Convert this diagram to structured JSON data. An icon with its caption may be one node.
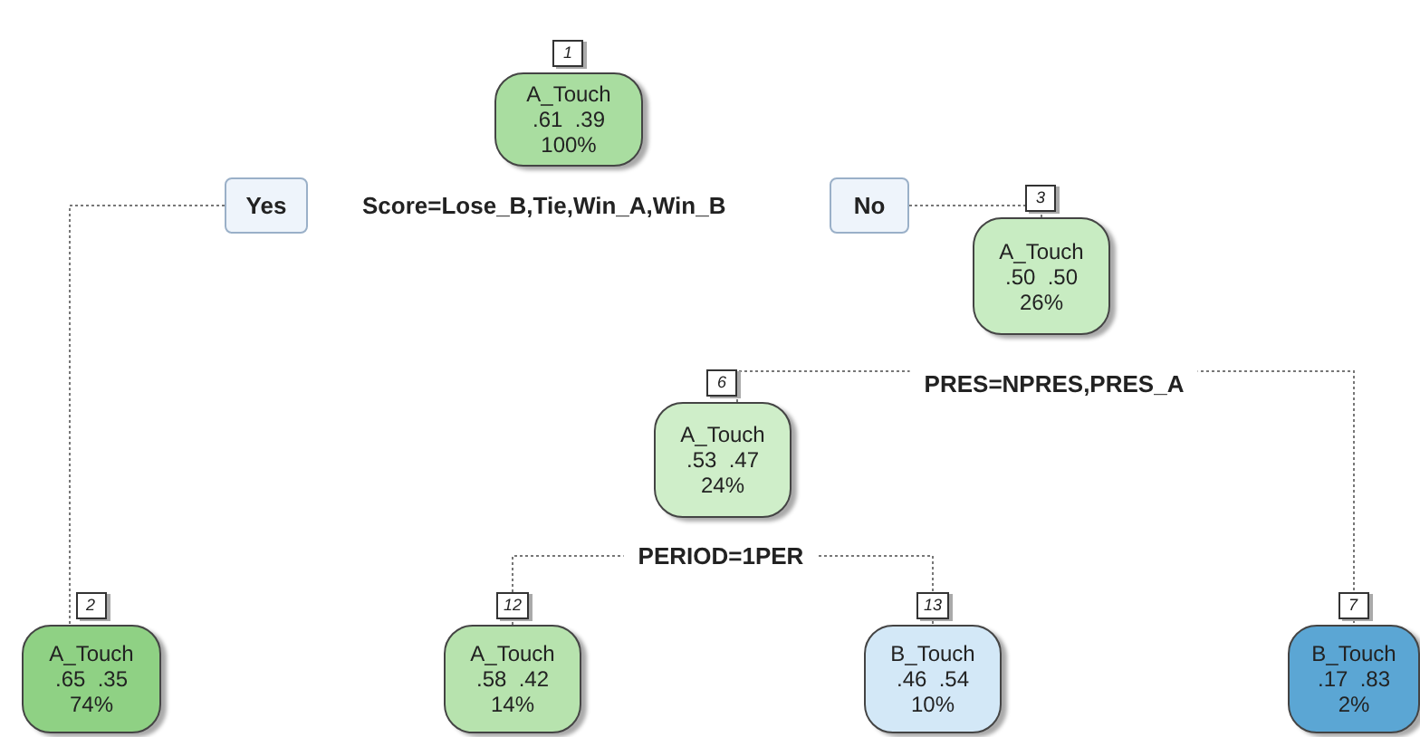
{
  "diagram": {
    "nodes": [
      {
        "text": [
          "A_Touch",
          ".61  .39",
          "100%"
        ],
        "beside": [
          "1"
        ]
      },
      {
        "text": [
          "Yes"
        ]
      },
      {
        "text": [
          "No"
        ]
      },
      {
        "text": [
          "A_Touch",
          ".50  .50",
          "26%"
        ],
        "beside": [
          "3"
        ]
      },
      {
        "text": [
          "A_Touch",
          ".53  .47",
          "24%"
        ],
        "beside": [
          "6"
        ]
      },
      {
        "text": [
          "A_Touch",
          ".65  .35",
          "74%"
        ],
        "beside": [
          "2"
        ]
      },
      {
        "text": [
          "A_Touch",
          ".58  .42",
          "14%"
        ],
        "beside": [
          "12"
        ]
      },
      {
        "text": [
          "B_Touch",
          ".46  .54",
          "10%"
        ],
        "beside": [
          "13"
        ]
      },
      {
        "text": [
          "B_Touch",
          ".17  .83",
          "2%"
        ],
        "beside": [
          "7"
        ]
      }
    ],
    "edges": [
      {
        "from": 1,
        "to": 5,
        "arrow": "none"
      },
      {
        "from": 2,
        "to": 3,
        "arrow": "none"
      },
      {
        "from": 4,
        "to": 8,
        "arrow": "none",
        "label": "PRES=NPRES,PRES_A"
      },
      {
        "from": 6,
        "to": 7,
        "arrow": "none",
        "label": "PERIOD=1PER"
      }
    ],
    "labels": [
      "Score=Lose_B,Tie,Win_A,Win_B"
    ]
  }
}
